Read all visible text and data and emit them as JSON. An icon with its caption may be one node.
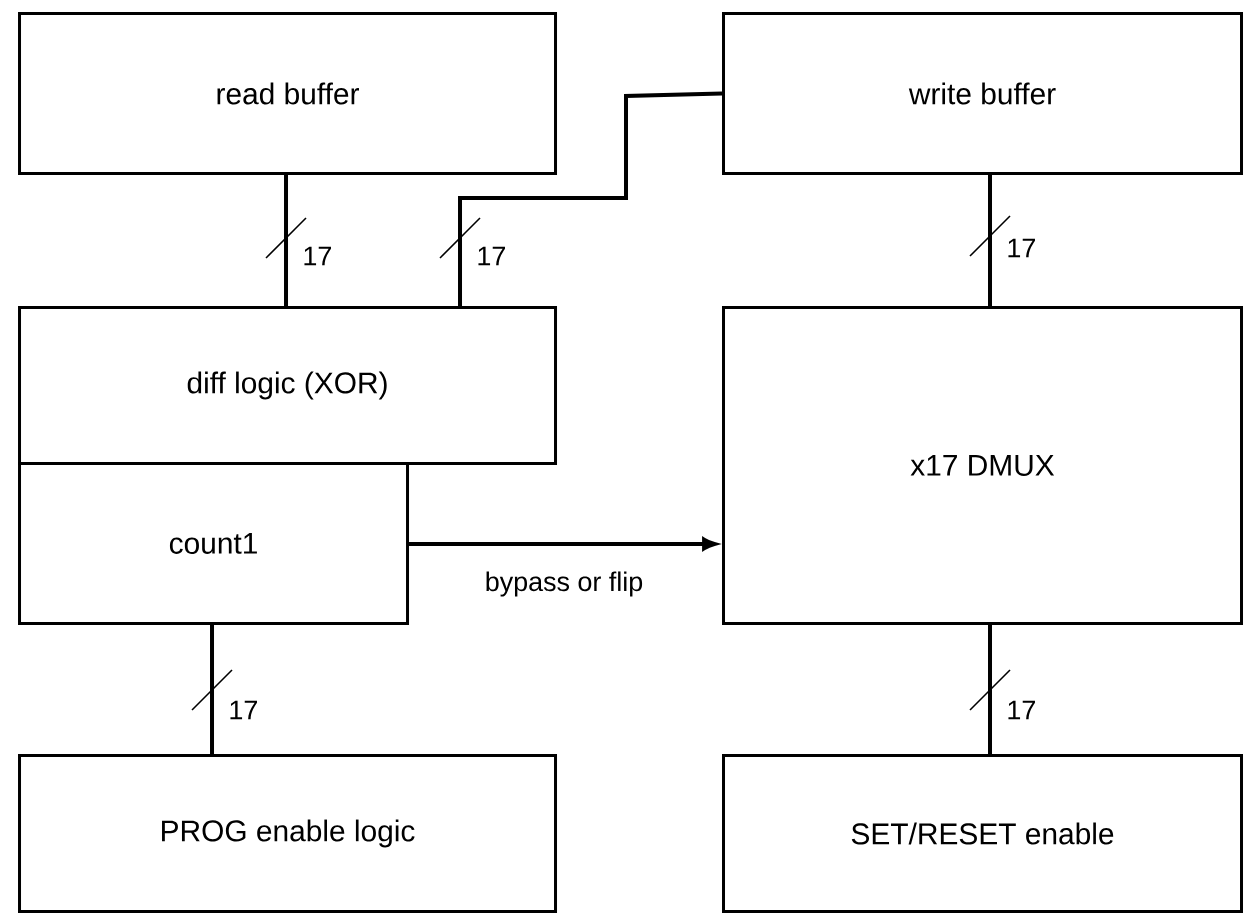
{
  "diagram": {
    "nodes": [
      {
        "text": [
          "read buffer"
        ]
      },
      {
        "text": [
          "write buffer"
        ]
      },
      {
        "text": [
          "diff logic (XOR)"
        ]
      },
      {
        "text": [
          "count1"
        ]
      },
      {
        "text": [
          "x17 DMUX"
        ]
      },
      {
        "text": [
          "PROG enable logic"
        ]
      },
      {
        "text": [
          "SET/RESET enable"
        ]
      }
    ],
    "edges": [
      {
        "from": 0,
        "to": 2,
        "arrow": "none",
        "label": "17"
      },
      {
        "from": 1,
        "to": 2,
        "arrow": "none",
        "label": "17"
      },
      {
        "from": 1,
        "to": 4,
        "arrow": "none",
        "label": "17"
      },
      {
        "from": 3,
        "to": 4,
        "arrow": "to",
        "label": "bypass or flip"
      },
      {
        "from": 3,
        "to": 5,
        "arrow": "none",
        "label": "17"
      },
      {
        "from": 4,
        "to": 6,
        "arrow": "none",
        "label": "17"
      }
    ]
  }
}
